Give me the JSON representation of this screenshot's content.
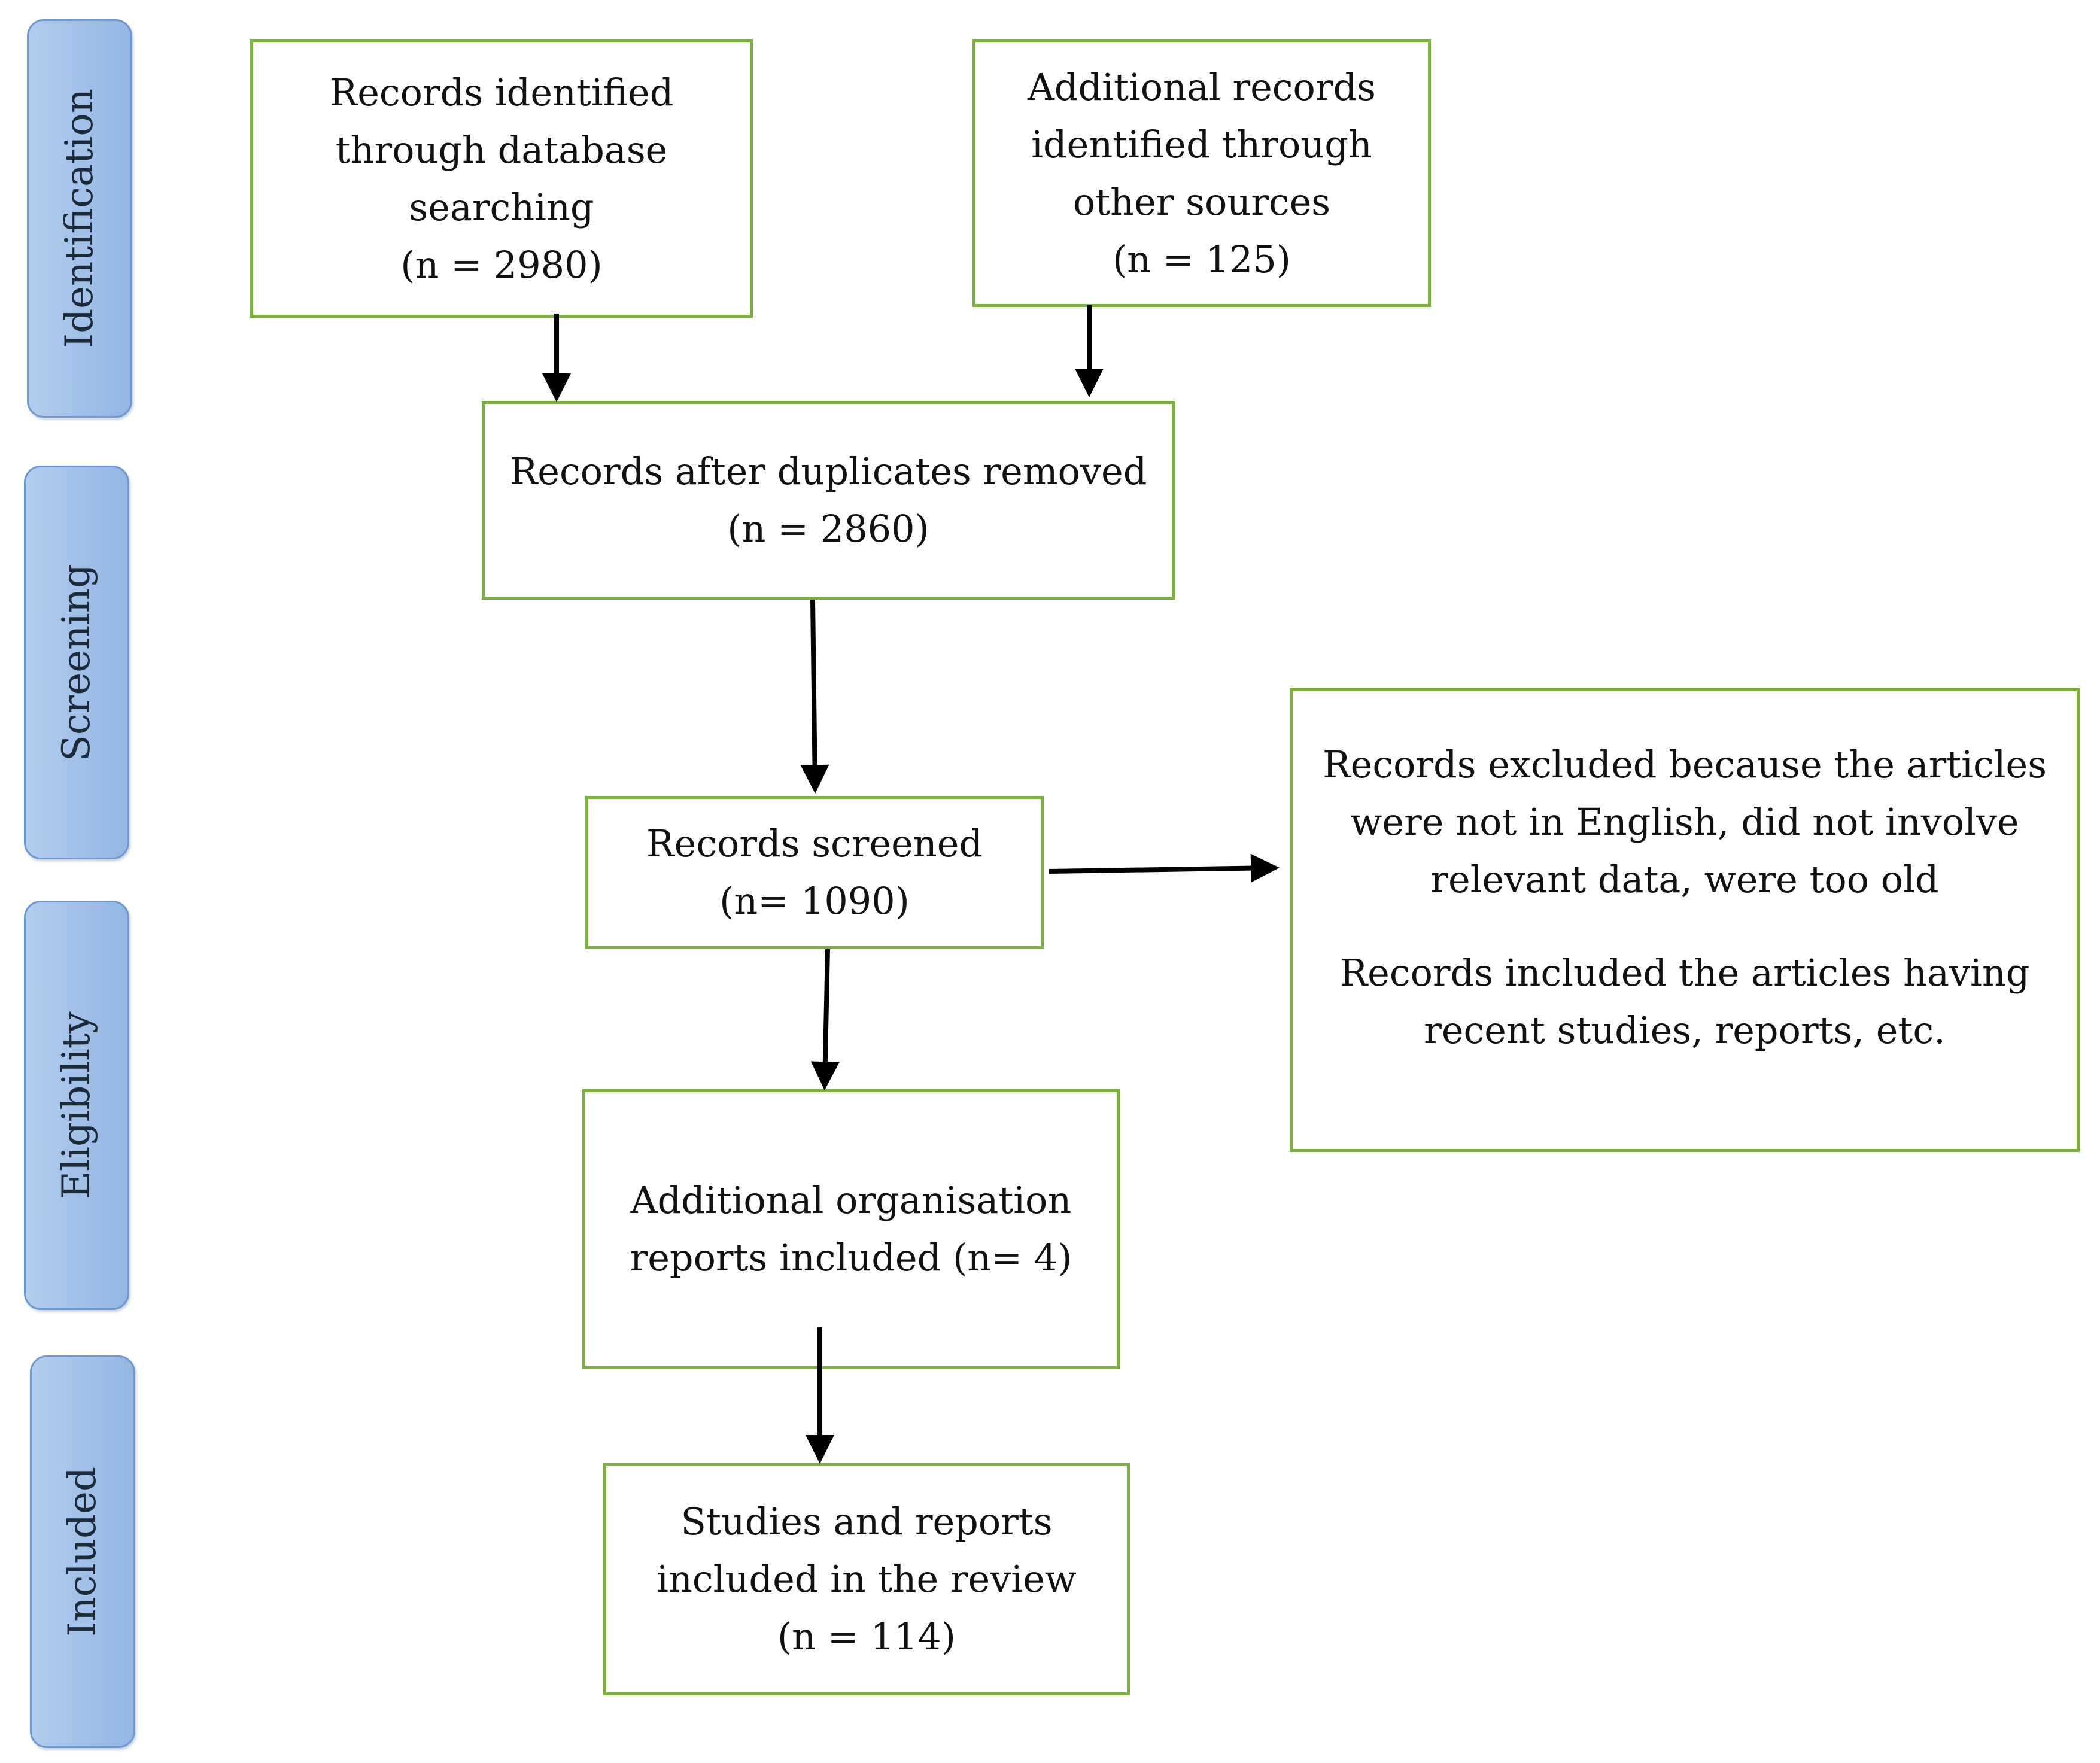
{
  "phases": {
    "identification": "Identification",
    "screening": "Screening",
    "eligibility": "Eligibility",
    "included": "Included"
  },
  "boxes": {
    "database_search": {
      "lines": [
        "Records identified",
        "through database",
        "searching",
        "(n = 2980)"
      ]
    },
    "other_sources": {
      "lines": [
        "Additional records",
        "identified through",
        "other sources",
        "(n = 125)"
      ]
    },
    "duplicates_removed": {
      "lines": [
        "Records after duplicates removed",
        "(n = 2860)"
      ]
    },
    "screened": {
      "lines": [
        "Records screened",
        "(n= 1090)"
      ]
    },
    "excluded": {
      "excluded_lines": [
        "Records excluded because the articles",
        "were not in English, did not involve",
        "relevant data, were too old"
      ],
      "included_lines": [
        "Records included the articles having",
        "recent studies, reports, etc."
      ]
    },
    "organisation_reports": {
      "lines": [
        "Additional organisation",
        "reports included (n= 4)"
      ]
    },
    "final_included": {
      "lines": [
        "Studies and reports",
        "included in the review",
        "(n = 114)"
      ]
    }
  },
  "colors": {
    "box_border": "#7bb040",
    "phase_fill": "#a7c3ea",
    "arrow": "#000000"
  }
}
